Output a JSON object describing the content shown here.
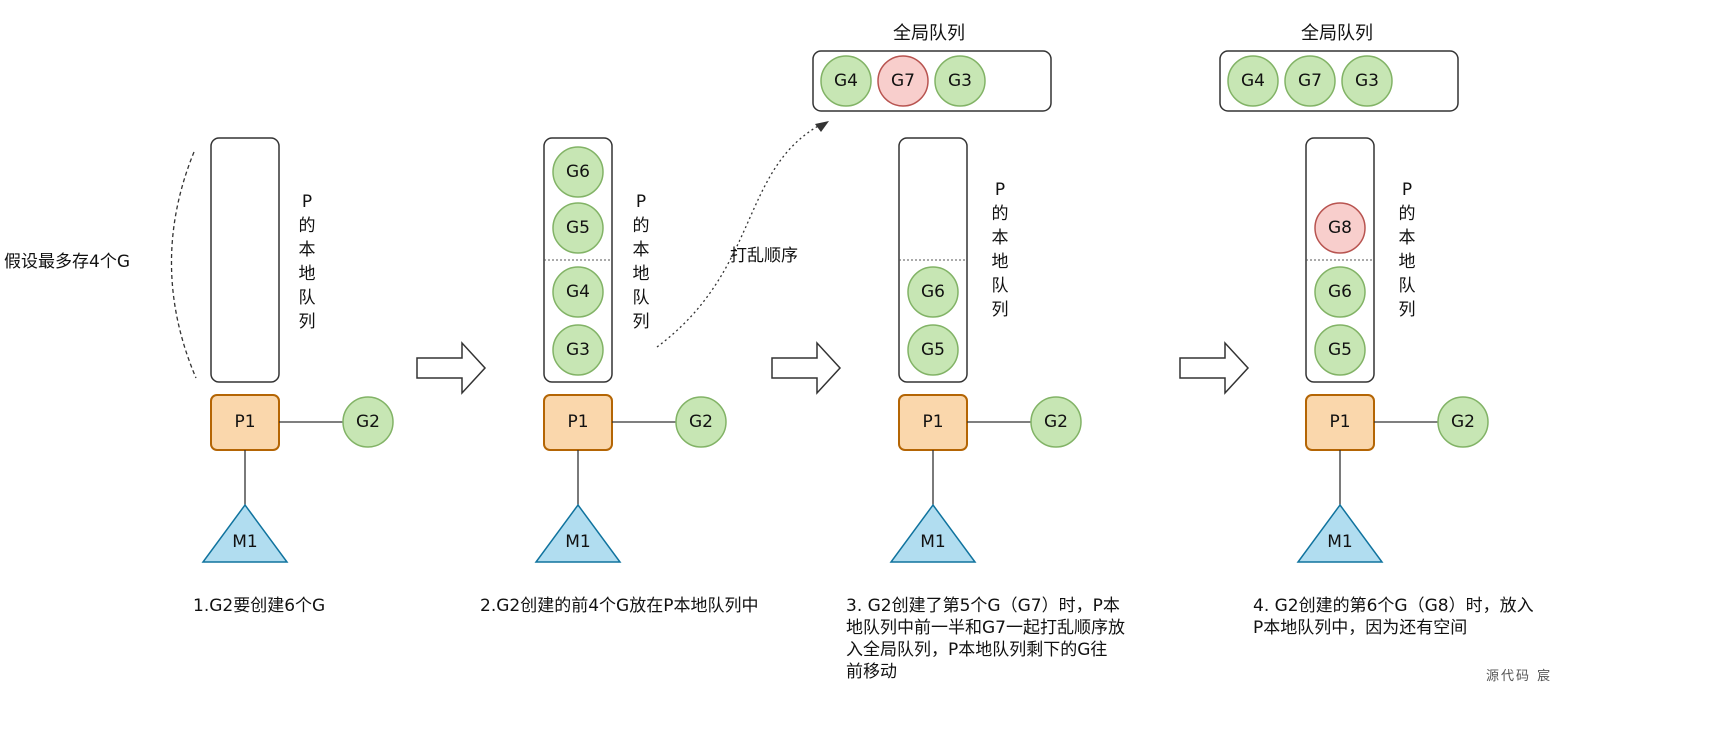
{
  "colors": {
    "g_fill": "#c7e6b4",
    "g_stroke": "#82b366",
    "g_new_fill": "#f8cecc",
    "g_new_stroke": "#b85450",
    "p_fill": "#fad7ac",
    "p_stroke": "#b46504",
    "m_fill": "#b1ddf0",
    "m_stroke": "#10739e",
    "line": "#333333"
  },
  "panels": [
    {
      "caption": "1.G2要创建6个G",
      "side_note": "假设最多存4个G",
      "queue_label": "P的本地队列",
      "p_label": "P1",
      "m_label": "M1",
      "g_label": "G2",
      "local_queue": []
    },
    {
      "caption": "2.G2创建的前4个G放在P本地队列中",
      "queue_label": "P的本地队列",
      "p_label": "P1",
      "m_label": "M1",
      "g_label": "G2",
      "local_queue": [
        {
          "label": "G6",
          "new": false
        },
        {
          "label": "G5",
          "new": false
        },
        {
          "label": "G4",
          "new": false
        },
        {
          "label": "G3",
          "new": false
        }
      ],
      "move_note": "打乱顺序"
    },
    {
      "caption": "3. G2创建了第5个G（G7）时，P本\n地队列中前一半和G7一起打乱顺序放\n入全局队列，P本地队列剩下的G往\n前移动",
      "queue_label": "P的本地队列",
      "p_label": "P1",
      "m_label": "M1",
      "g_label": "G2",
      "global_title": "全局队列",
      "global_queue": [
        {
          "label": "G4",
          "new": false
        },
        {
          "label": "G7",
          "new": true
        },
        {
          "label": "G3",
          "new": false
        }
      ],
      "local_queue": [
        {
          "label": "G6",
          "new": false
        },
        {
          "label": "G5",
          "new": false
        }
      ]
    },
    {
      "caption": "4. G2创建的第6个G（G8）时，放入\nP本地队列中，因为还有空间",
      "queue_label": "P的本地队列",
      "p_label": "P1",
      "m_label": "M1",
      "g_label": "G2",
      "global_title": "全局队列",
      "global_queue": [
        {
          "label": "G4",
          "new": false
        },
        {
          "label": "G7",
          "new": false
        },
        {
          "label": "G3",
          "new": false
        }
      ],
      "local_queue": [
        {
          "label": "G8",
          "new": true
        },
        {
          "label": "G6",
          "new": false
        },
        {
          "label": "G5",
          "new": false
        }
      ]
    }
  ],
  "watermark": "源代码 宸"
}
